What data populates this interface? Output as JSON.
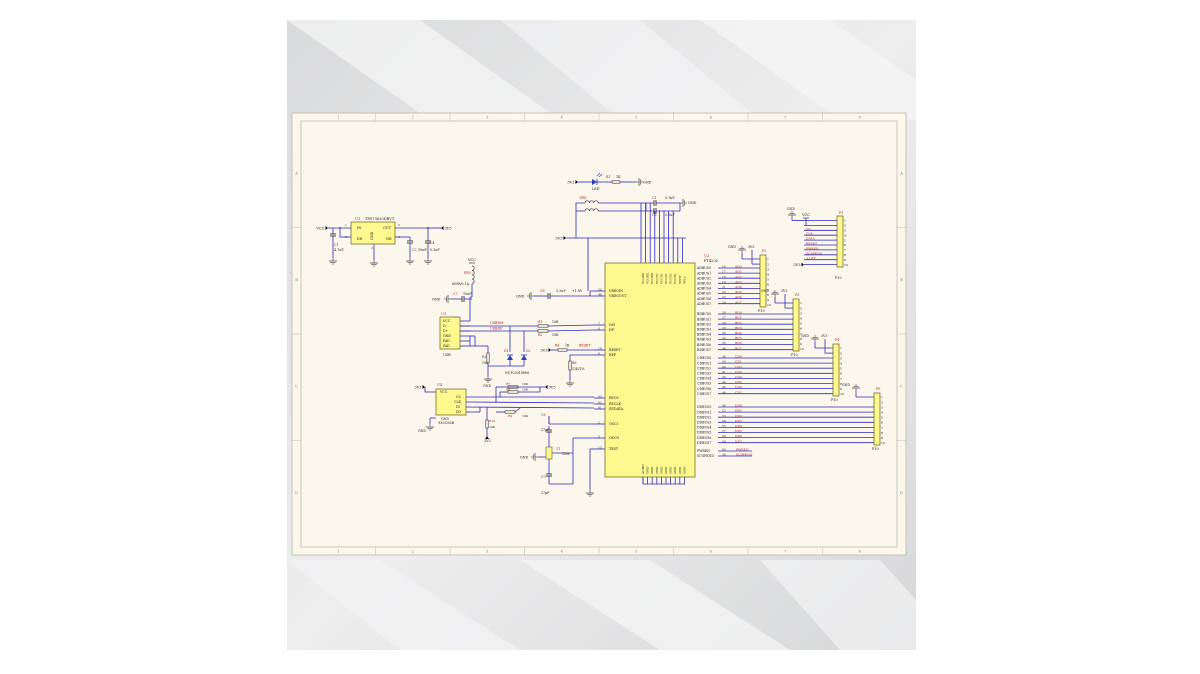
{
  "frame": {
    "cols": [
      "1",
      "2",
      "3",
      "4",
      "5",
      "6",
      "7",
      "8"
    ],
    "rows": [
      "A",
      "B",
      "C",
      "D"
    ]
  },
  "colors": {
    "wire": "#2c2cb8",
    "chip": "#fdf98f",
    "chip_border": "#6b5a18",
    "ref": "#b01818",
    "sheet": "#fbf7ed"
  },
  "regulator": {
    "ref": "U1",
    "part": "TPS73633DBVT",
    "pins": [
      "IN",
      "OUT",
      "EN",
      "GND",
      "NR"
    ],
    "pin_nums": [
      "1",
      "5",
      "3",
      "2",
      "4"
    ],
    "vcc": "VCC",
    "out_net": "3V3",
    "c1": "C1",
    "c1v": "4.7uF",
    "c2": "C2",
    "c2v": "10nF",
    "c4": "C4",
    "c4v": "0.1uF"
  },
  "led_block": {
    "net": "3V3",
    "led": "LED",
    "r": "R1",
    "rv": "1K",
    "gnd": "GND"
  },
  "decoupling": {
    "fb": "FB1",
    "c1": "C1",
    "c1v": "0.1uF",
    "c2": "C2",
    "c2v": "0.1uF",
    "gnd": "GND",
    "net": "3V3"
  },
  "vreg_cap": {
    "gnd": "GND",
    "c": "C8",
    "cv": "3.3uF",
    "net": "+1.8V"
  },
  "usb": {
    "ref": "U3",
    "name": "USB",
    "pins": [
      "VCC",
      "D-",
      "D+",
      "GND",
      "PAD",
      "PAD"
    ],
    "dm_net": "USBDM",
    "dp_net": "USBDP",
    "r1": "R1",
    "r1v": "10R",
    "r2": "R2",
    "r2v": "10R",
    "fb": "FB3",
    "fbv": "600R/0.1A",
    "vcc": "VCC",
    "c": "C7",
    "cv": "10nF",
    "gnd": "GND"
  },
  "tvs": {
    "d1": "D1",
    "d2": "D2",
    "part": "NUP2301MW6",
    "r": "R3",
    "rv": "10K",
    "gnd": "GND"
  },
  "reset": {
    "net": "3V3",
    "r": "R4",
    "rv": "1K",
    "label": "RESET",
    "r2": "R6",
    "r2v": "12K/1%"
  },
  "eeprom": {
    "ref": "U4",
    "part": "93LC56B",
    "net": "3V3",
    "pins": [
      "VCC",
      "CS",
      "CLK",
      "DI",
      "DO",
      "GND"
    ],
    "r7": "R7",
    "r7v": "10K",
    "r8": "R8",
    "r8v": "10K",
    "r9": "R9",
    "r9v": "10K",
    "r10": "R10",
    "r10v": "10K",
    "gnd": "GND",
    "net_bottom": "3V3"
  },
  "crystal": {
    "c8": "C8",
    "c8v": "27pF",
    "c9": "C9",
    "c9v": "27pF",
    "y": "Y1",
    "yv": "12M",
    "gnd": "GND"
  },
  "mcu": {
    "ref": "U2",
    "part": "FT4232",
    "top_pins": [
      "VCORE",
      "VCORE",
      "VCORE",
      "VCCIO",
      "VCCIO",
      "VCCIO",
      "VCCIO",
      "VCCIO",
      "VPHY",
      "VPLL"
    ],
    "left_pins": [
      {
        "name": "VREGIN",
        "num": "50"
      },
      {
        "name": "VREGOUT",
        "num": "49"
      },
      {
        "name": "DM",
        "num": "7"
      },
      {
        "name": "DP",
        "num": "8"
      },
      {
        "name": "RESET",
        "num": "14"
      },
      {
        "name": "REF",
        "num": "6"
      },
      {
        "name": "EECS",
        "num": "63"
      },
      {
        "name": "EECLK",
        "num": "62"
      },
      {
        "name": "EEDATA",
        "num": "61"
      },
      {
        "name": "OSCI",
        "num": "2"
      },
      {
        "name": "OSCO",
        "num": "3"
      },
      {
        "name": "TEST",
        "num": "13"
      }
    ],
    "ad_pins": [
      "ADBUS0",
      "ADBUS1",
      "ADBUS2",
      "ADBUS3",
      "ADBUS4",
      "ADBUS5",
      "ADBUS6",
      "ADBUS7"
    ],
    "ad_nums": [
      "16",
      "17",
      "18",
      "19",
      "21",
      "22",
      "23",
      "24"
    ],
    "ad_nets": [
      "AD0",
      "AD1",
      "AD2",
      "AD3",
      "AD4",
      "AD5",
      "AD6",
      "AD7"
    ],
    "bd_pins": [
      "BDBUS0",
      "BDBUS1",
      "BDBUS2",
      "BDBUS3",
      "BDBUS4",
      "BDBUS5",
      "BDBUS6",
      "BDBUS7"
    ],
    "bd_nums": [
      "26",
      "27",
      "28",
      "29",
      "30",
      "32",
      "33",
      "34"
    ],
    "bd_nets": [
      "BD0",
      "BD1",
      "BD2",
      "BD3",
      "BD4",
      "BD5",
      "BD6",
      "BD7"
    ],
    "cd_pins": [
      "CDBUS0",
      "CDBUS1",
      "CDBUS2",
      "CDBUS3",
      "CDBUS4",
      "CDBUS5",
      "CDBUS6",
      "CDBUS7"
    ],
    "cd_nums": [
      "38",
      "39",
      "40",
      "41",
      "43",
      "44",
      "45",
      "46"
    ],
    "cd_nets": [
      "CD0",
      "CD1",
      "CD2",
      "CD3",
      "CD4",
      "CD5",
      "CD6",
      "CD7"
    ],
    "dd_pins": [
      "DDBUS0",
      "DDBUS1",
      "DDBUS2",
      "DDBUS3",
      "DDBUS4",
      "DDBUS5",
      "DDBUS6",
      "DDBUS7"
    ],
    "dd_nums": [
      "48",
      "52",
      "53",
      "54",
      "55",
      "57",
      "58",
      "59"
    ],
    "dd_nets": [
      "DD0",
      "DD1",
      "DD2",
      "DD3",
      "DD4",
      "DD5",
      "DD6",
      "DD7"
    ],
    "extra_pins": [
      "PWREN",
      "SUSPEND"
    ],
    "extra_nums": [
      "60",
      "36"
    ],
    "extra_nets": [
      "PWREN",
      "SUSPEND"
    ],
    "bottom_pins": [
      "AGND",
      "GND",
      "GND",
      "GND",
      "GND",
      "GND",
      "GND",
      "GND",
      "GND",
      "GND"
    ]
  },
  "headers": {
    "p1": {
      "ref": "P1",
      "name": "P10",
      "pins": [
        "1",
        "2",
        "3",
        "4",
        "5",
        "6",
        "7",
        "8",
        "9",
        "10"
      ],
      "nets": [
        "GND",
        "VCC",
        "CS",
        "CLK",
        "DATA",
        "RESET",
        "PWREN",
        "SUSPEND",
        "+1.8V",
        "3V3"
      ]
    },
    "p2": {
      "ref": "P2",
      "name": "P10",
      "pins": [
        "1",
        "2",
        "3",
        "4",
        "5",
        "6",
        "7",
        "8",
        "9",
        "10"
      ],
      "gnd": "GND",
      "net": "3V3"
    },
    "p3": {
      "ref": "P3",
      "name": "P10",
      "pins": [
        "1",
        "2",
        "3",
        "4",
        "5",
        "6",
        "7",
        "8",
        "9",
        "10"
      ],
      "gnd": "GND",
      "net": "3V3"
    },
    "p4": {
      "ref": "P4",
      "name": "P10",
      "pins": [
        "1",
        "2",
        "3",
        "4",
        "5",
        "6",
        "7",
        "8",
        "9",
        "10"
      ],
      "gnd": "GND",
      "net": "3V3"
    },
    "p5": {
      "ref": "P5",
      "name": "P10",
      "pins": [
        "1",
        "2",
        "3",
        "4",
        "5",
        "6",
        "7",
        "8",
        "9",
        "10"
      ],
      "gnd": "GND"
    }
  }
}
